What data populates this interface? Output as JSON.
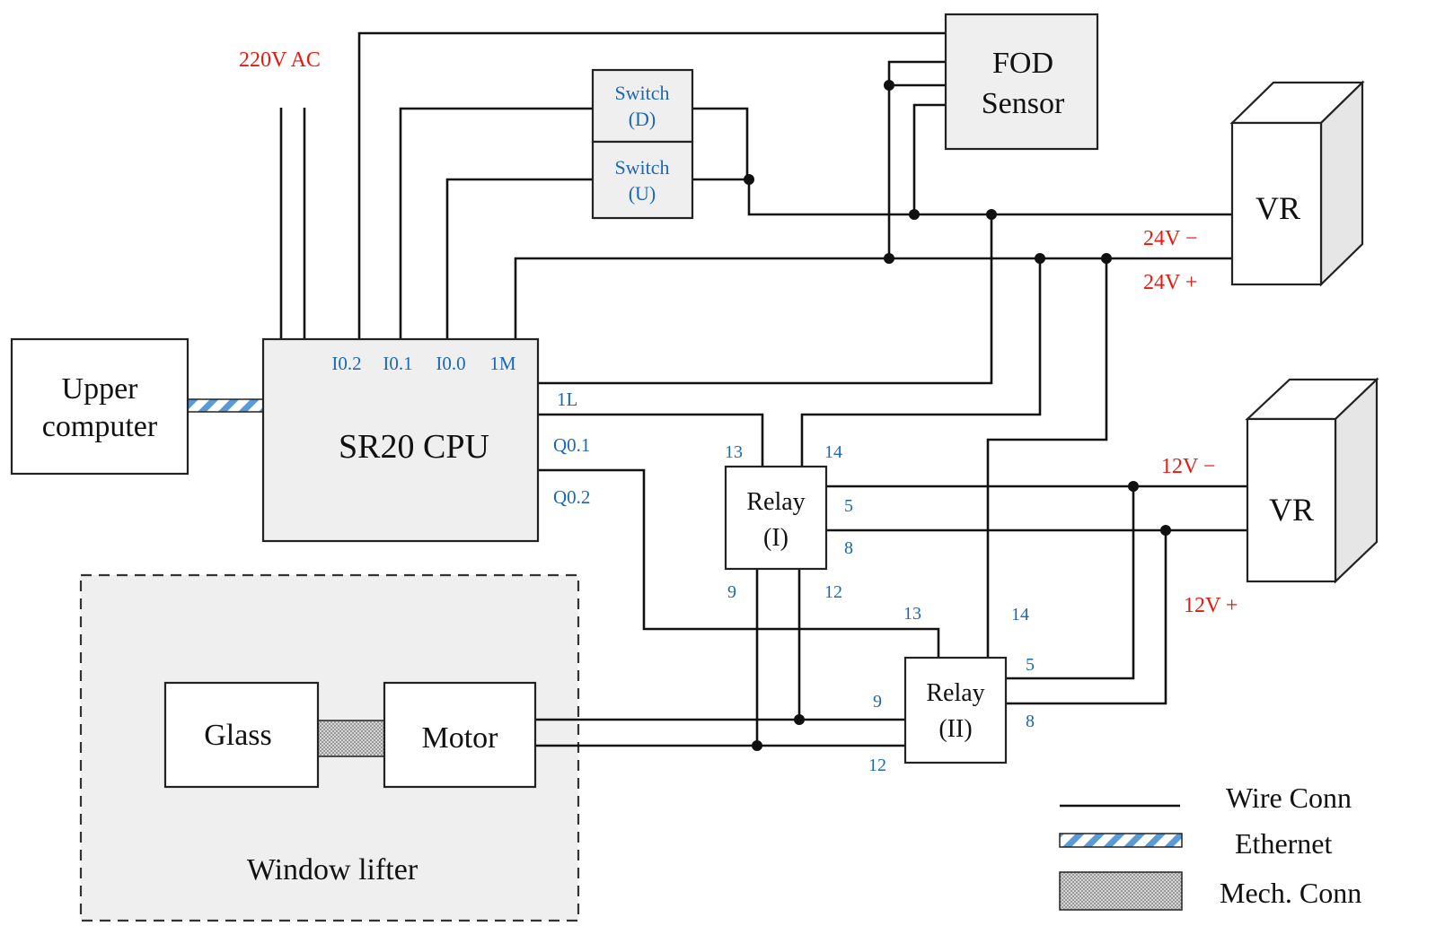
{
  "components": {
    "upper_computer": [
      "Upper",
      "computer"
    ],
    "cpu": "SR20 CPU",
    "fod_sensor": [
      "FOD",
      "Sensor"
    ],
    "switch_d": [
      "Switch",
      "(D)"
    ],
    "switch_u": [
      "Switch",
      "(U)"
    ],
    "vr_24": "VR",
    "vr_12": "VR",
    "relay_1": [
      "Relay",
      "(I)"
    ],
    "relay_2": [
      "Relay",
      "(II)"
    ],
    "glass": "Glass",
    "motor": "Motor",
    "window_lifter": "Window lifter"
  },
  "power_labels": {
    "ac": "220V AC",
    "v24_neg": "24V −",
    "v24_pos": "24V +",
    "v12_neg": "12V −",
    "v12_pos": "12V +"
  },
  "cpu_ports": {
    "i02": "I0.2",
    "i01": "I0.1",
    "i00": "I0.0",
    "m1": "1M",
    "l1": "1L",
    "q01": "Q0.1",
    "q02": "Q0.2"
  },
  "relay_1_pins": {
    "p13": "13",
    "p14": "14",
    "p5": "5",
    "p8": "8",
    "p9": "9",
    "p12": "12"
  },
  "relay_2_pins": {
    "p13": "13",
    "p14": "14",
    "p5": "5",
    "p8": "8",
    "p9": "9",
    "p12": "12"
  },
  "legend": {
    "wire": "Wire Conn",
    "ethernet": "Ethernet",
    "mech": "Mech. Conn"
  },
  "colors": {
    "power_label": "#e8190f",
    "port_label": "#1b68b4",
    "component_fill": "#efefef"
  }
}
